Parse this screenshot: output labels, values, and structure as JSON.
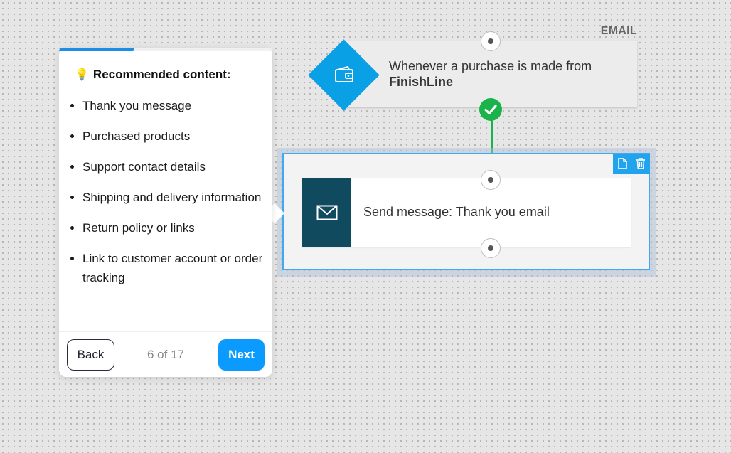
{
  "canvas": {
    "background": "#e6e6e6"
  },
  "trigger": {
    "tag": "EMAIL",
    "text": "Whenever a purchase is made from",
    "brand": "FinishLine",
    "icon": "wallet-icon",
    "color": "#0aa0e6"
  },
  "connector": {
    "status_color": "#19b24b"
  },
  "action": {
    "label": "Send message: Thank you email",
    "icon": "envelope-icon",
    "icon_bg": "#0f4a5f",
    "toolbar": {
      "copy_icon": "copy-icon",
      "delete_icon": "trash-icon",
      "color": "#21a3ee"
    }
  },
  "popover": {
    "progress": 0.35,
    "title_emoji": "💡",
    "title": "Recommended content:",
    "items": [
      "Thank you message",
      "Purchased products",
      "Support contact details",
      "Shipping and delivery information",
      "Return policy or links",
      "Link to customer account or order tracking"
    ],
    "back_label": "Back",
    "step_text": "6 of 17",
    "next_label": "Next",
    "accent": "#0b9bff"
  }
}
